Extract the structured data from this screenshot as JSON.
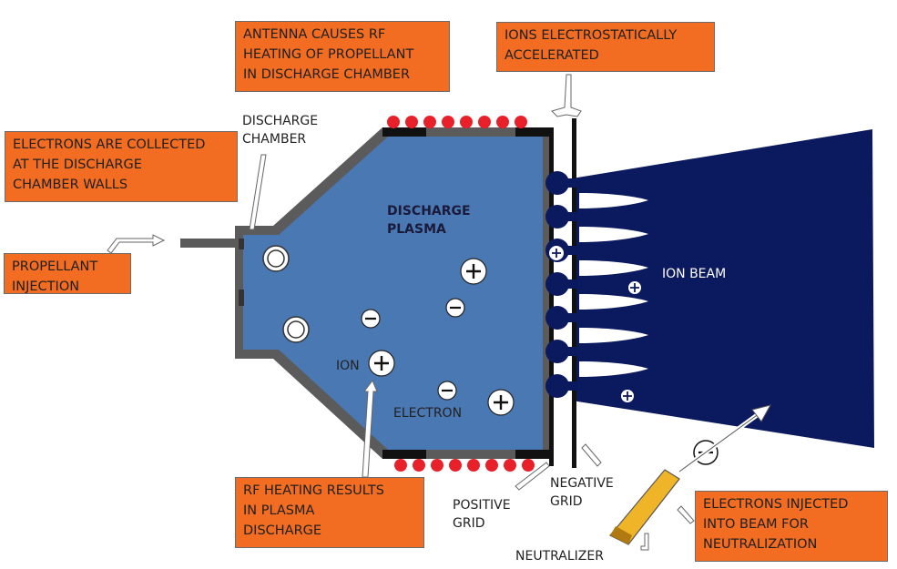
{
  "callouts": {
    "antenna": "ANTENNA CAUSES RF\nHEATING OF PROPELLANT\nIN DISCHARGE CHAMBER",
    "ions_accel": "IONS ELECTROSTATICALLY\nACCELERATED",
    "electrons_collected": "ELECTRONS ARE COLLECTED\nAT THE DISCHARGE\nCHAMBER WALLS",
    "propellant": "PROPELLANT\nINJECTION",
    "rf_heating": "RF HEATING RESULTS\nIN PLASMA\nDISCHARGE",
    "electrons_injected": "ELECTRONS INJECTED\nINTO BEAM FOR\nNEUTRALIZATION"
  },
  "labels": {
    "discharge_chamber": "DISCHARGE\nCHAMBER",
    "discharge_plasma": "DISCHARGE\nPLASMA",
    "ion": "ION",
    "electron": "ELECTRON",
    "ion_beam": "ION BEAM",
    "positive_grid": "POSITIVE\nGRID",
    "negative_grid": "NEGATIVE\nGRID",
    "neutralizer": "NEUTRALIZER"
  },
  "symbols": {
    "plus": "+",
    "minus": "−"
  },
  "colors": {
    "callout_fill": "#f26d21",
    "plasma_fill": "#4a78b3",
    "beam_fill": "#0b1a5e",
    "antenna_coil": "#e8202a",
    "neutralizer": "#f0b428"
  }
}
